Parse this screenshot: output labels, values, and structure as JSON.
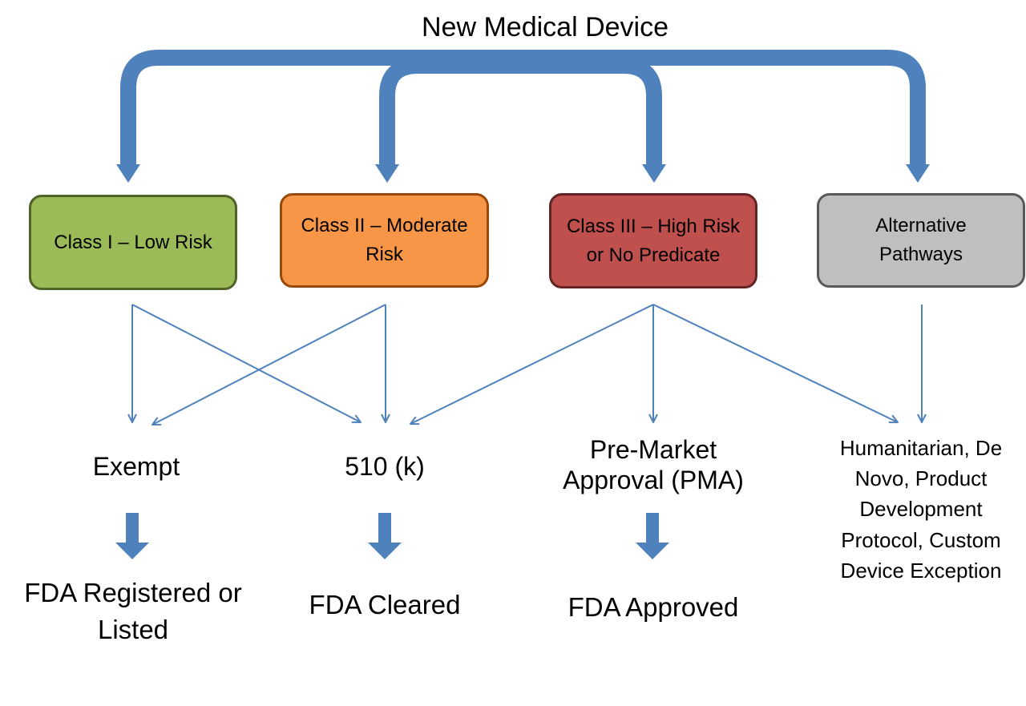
{
  "title": "New Medical Device",
  "classes": [
    {
      "label": "Class I – Low Risk",
      "fill": "#9bbb59",
      "stroke": "#4f6228"
    },
    {
      "label": "Class II – Moderate Risk",
      "fill": "#f79646",
      "stroke": "#984807"
    },
    {
      "label": "Class III – High Risk or No Predicate",
      "fill": "#c0504d",
      "stroke": "#632523"
    },
    {
      "label": "Alternative Pathways",
      "fill": "#bfbfbf",
      "stroke": "#595959"
    }
  ],
  "pathways": [
    "Exempt",
    "510 (k)",
    "Pre-Market Approval (PMA)",
    "Humanitarian, De Novo, Product Development Protocol, Custom Device Exception"
  ],
  "results": [
    "FDA Registered or Listed",
    "FDA Cleared",
    "FDA Approved"
  ],
  "colors": {
    "arrow": "#4f81bd"
  },
  "icons": {
    "big_arrow": "thick-down-arrow-icon",
    "connector": "thin-arrow-icon"
  }
}
